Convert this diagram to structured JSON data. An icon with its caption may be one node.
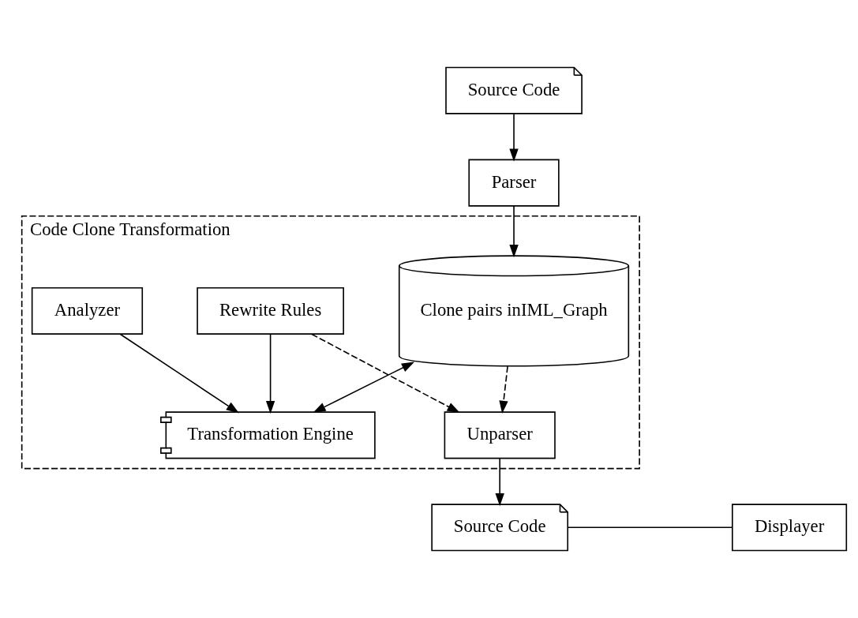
{
  "diagram": {
    "nodes": [
      {
        "text": [
          "Source Code"
        ]
      },
      {
        "text": [
          "Parser"
        ]
      },
      {
        "text": [
          "Code Clone Transformation"
        ]
      },
      {
        "text": [
          "Clone pairs inIML_Graph"
        ],
        "in": 2
      },
      {
        "text": [
          "Transformation Engine"
        ],
        "in": 2
      },
      {
        "text": [
          "Analyzer"
        ],
        "in": 2
      },
      {
        "text": [
          "Rewrite Rules"
        ],
        "in": 2
      },
      {
        "text": [
          "Unparser"
        ],
        "in": 2
      },
      {
        "text": [
          "Source Code"
        ]
      },
      {
        "text": [
          "Displayer"
        ]
      }
    ],
    "edges": [
      {
        "from": 0,
        "to": 1,
        "arrow": "to"
      },
      {
        "from": 1,
        "to": 3,
        "arrow": "to"
      },
      {
        "from": 3,
        "to": 4,
        "arrow": "both"
      },
      {
        "from": 5,
        "to": 4,
        "arrow": "to"
      },
      {
        "from": 6,
        "to": 4,
        "arrow": "to"
      },
      {
        "from": 3,
        "to": 7,
        "arrow": "to",
        "style": "dashed"
      },
      {
        "from": 6,
        "to": 7,
        "arrow": "to",
        "style": "dashed"
      },
      {
        "from": 7,
        "to": 8,
        "arrow": "to"
      },
      {
        "from": 8,
        "to": 9,
        "arrow": "none"
      }
    ]
  }
}
